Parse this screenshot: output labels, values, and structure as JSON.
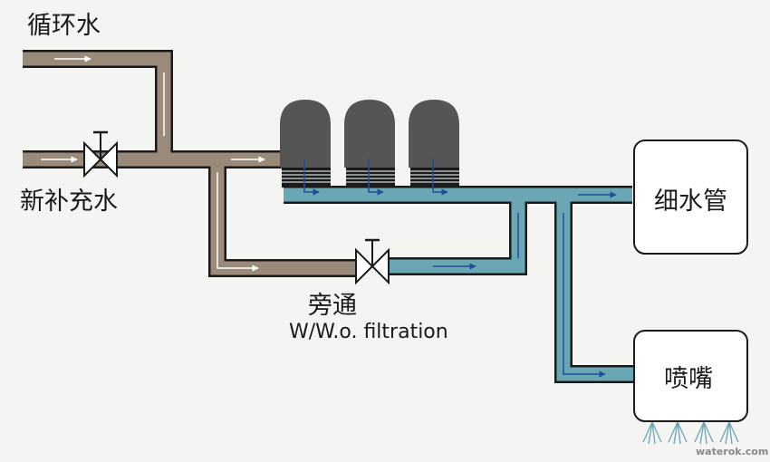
{
  "labels": {
    "circulating_water": "循环水",
    "makeup_water": "新补充水",
    "bypass": "旁通",
    "bypass_en": "W/W.o. filtration",
    "fine_water_pipe": "细水管",
    "nozzle": "喷嘴"
  },
  "watermark": "waterok.com",
  "colors": {
    "raw_pipe": "#9a8a7a",
    "filtered_pipe": "#6aa6b4",
    "filter_tank": "#555555",
    "pipe_outline": "#1a1a1a",
    "background": "#f4f4f2"
  },
  "components": {
    "filter_tanks": 3,
    "valves": [
      "makeup-water-valve",
      "bypass-valve"
    ]
  }
}
